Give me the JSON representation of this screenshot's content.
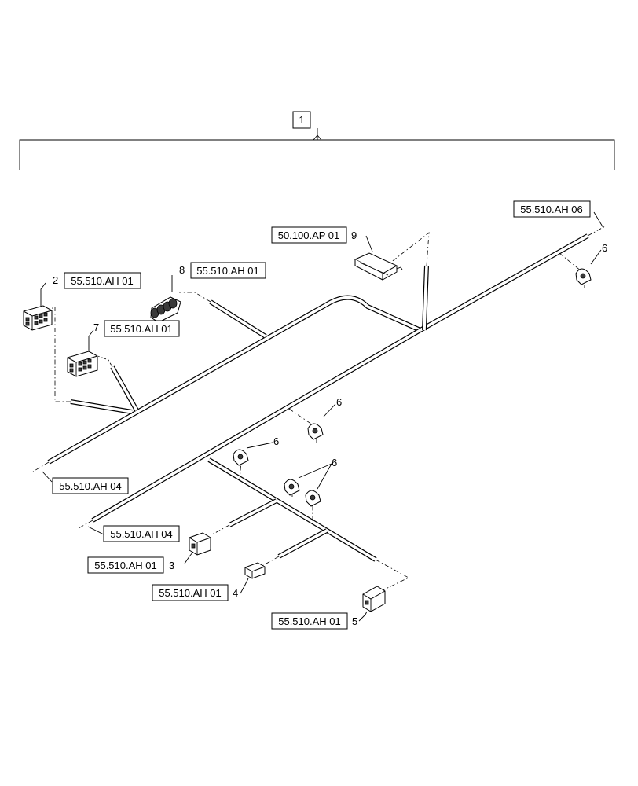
{
  "diagram": {
    "assembly_item": "1",
    "items": [
      {
        "num": "2",
        "ref": "55.510.AH 01"
      },
      {
        "num": "8",
        "ref": "55.510.AH 01"
      },
      {
        "num": "7",
        "ref": "55.510.AH 01"
      },
      {
        "num": "9",
        "ref": "50.100.AP 01"
      },
      {
        "num": "3",
        "ref": "55.510.AH 01"
      },
      {
        "num": "4",
        "ref": "55.510.AH 01"
      },
      {
        "num": "5",
        "ref": "55.510.AH 01"
      },
      {
        "num": "6"
      },
      {
        "num": "6"
      },
      {
        "num": "6"
      },
      {
        "num": "6"
      }
    ],
    "continuations": [
      {
        "ref": "55.510.AH 06"
      },
      {
        "ref": "55.510.AH 04"
      },
      {
        "ref": "55.510.AH 04"
      }
    ]
  }
}
